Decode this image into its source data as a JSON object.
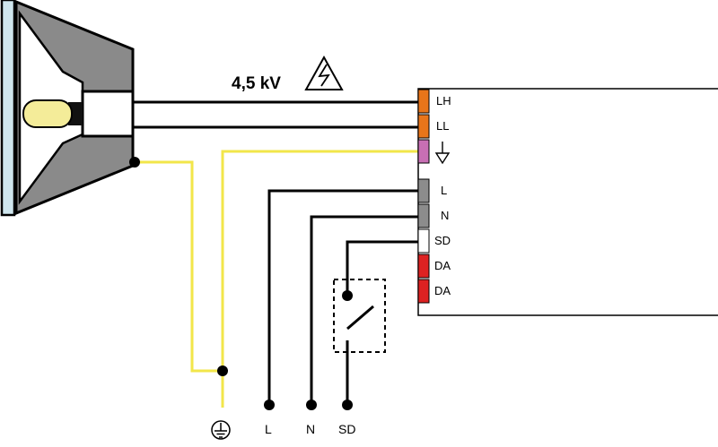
{
  "voltage_label": "4,5 kV",
  "terminals": [
    {
      "label": "LH",
      "color": "#e8751a"
    },
    {
      "label": "LL",
      "color": "#e8751a"
    },
    {
      "label": "",
      "color": "#c86fb4",
      "symbol": "ground-icon"
    },
    {
      "label": "L",
      "color": "#8c8c8c"
    },
    {
      "label": "N",
      "color": "#8c8c8c"
    },
    {
      "label": "SD",
      "color": "#ffffff"
    },
    {
      "label": "DA",
      "color": "#dd2222"
    },
    {
      "label": "DA",
      "color": "#dd2222"
    }
  ],
  "bottom_labels": {
    "ground": "",
    "l": "L",
    "n": "N",
    "sd": "SD"
  },
  "colors": {
    "earth_wire": "#f2e64a",
    "wire": "#000000",
    "reflector": "#8a8a8a",
    "glass": "#cfe6ee",
    "bulb": "#f4ec99"
  }
}
